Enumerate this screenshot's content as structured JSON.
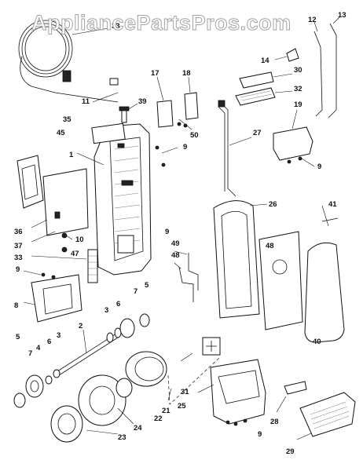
{
  "watermark": "AppliancePartsPros.com",
  "callouts": [
    {
      "id": "c33a",
      "text": "33"
    },
    {
      "id": "c11",
      "text": "11"
    },
    {
      "id": "c39",
      "text": "39"
    },
    {
      "id": "c17",
      "text": "17"
    },
    {
      "id": "c18",
      "text": "18"
    },
    {
      "id": "c35",
      "text": "35"
    },
    {
      "id": "c45",
      "text": "45"
    },
    {
      "id": "c50",
      "text": "50"
    },
    {
      "id": "c9a",
      "text": "9"
    },
    {
      "id": "c1",
      "text": "1"
    },
    {
      "id": "c36",
      "text": "36"
    },
    {
      "id": "c37",
      "text": "37"
    },
    {
      "id": "c10",
      "text": "10"
    },
    {
      "id": "c47",
      "text": "47"
    },
    {
      "id": "c33b",
      "text": "33"
    },
    {
      "id": "c9b",
      "text": "9"
    },
    {
      "id": "c8",
      "text": "8"
    },
    {
      "id": "c9c",
      "text": "9"
    },
    {
      "id": "c49",
      "text": "49"
    },
    {
      "id": "c48a",
      "text": "48"
    },
    {
      "id": "c13",
      "text": "13"
    },
    {
      "id": "c12",
      "text": "12"
    },
    {
      "id": "c14",
      "text": "14"
    },
    {
      "id": "c30",
      "text": "30"
    },
    {
      "id": "c32",
      "text": "32"
    },
    {
      "id": "c19",
      "text": "19"
    },
    {
      "id": "c27",
      "text": "27"
    },
    {
      "id": "c9d",
      "text": "9"
    },
    {
      "id": "c26",
      "text": "26"
    },
    {
      "id": "c41",
      "text": "41"
    },
    {
      "id": "c48b",
      "text": "48"
    },
    {
      "id": "c3a",
      "text": "3"
    },
    {
      "id": "c6a",
      "text": "6"
    },
    {
      "id": "c7a",
      "text": "7"
    },
    {
      "id": "c5a",
      "text": "5"
    },
    {
      "id": "c2",
      "text": "2"
    },
    {
      "id": "c3b",
      "text": "3"
    },
    {
      "id": "c5b",
      "text": "5"
    },
    {
      "id": "c7b",
      "text": "7"
    },
    {
      "id": "c4",
      "text": "4"
    },
    {
      "id": "c6b",
      "text": "6"
    },
    {
      "id": "c40",
      "text": "40"
    },
    {
      "id": "c21",
      "text": "21"
    },
    {
      "id": "c22",
      "text": "22"
    },
    {
      "id": "c31",
      "text": "31"
    },
    {
      "id": "c25",
      "text": "25"
    },
    {
      "id": "c24",
      "text": "24"
    },
    {
      "id": "c23",
      "text": "23"
    },
    {
      "id": "c9e",
      "text": "9"
    },
    {
      "id": "c28",
      "text": "28"
    },
    {
      "id": "c29",
      "text": "29"
    }
  ]
}
